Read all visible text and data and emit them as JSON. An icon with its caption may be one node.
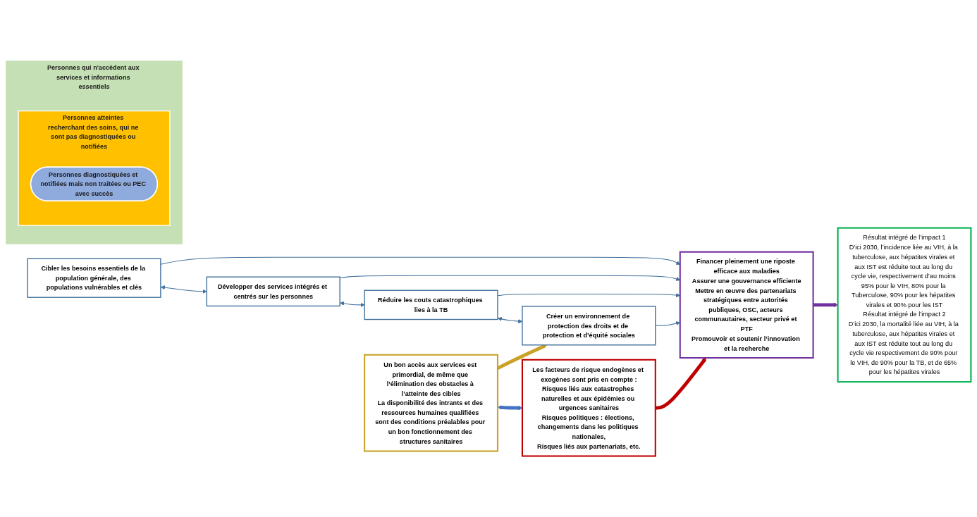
{
  "diagram": {
    "nodes": [
      {
        "text": [
          "Personnes qui n'accèdent aux services et informations essentiels"
        ]
      },
      {
        "text": [
          "Personnes atteintes recherchant des soins, qui ne sont pas diagnostiquées ou notifiées"
        ],
        "in": 0
      },
      {
        "text": [
          "Personnes diagnostiquées et notifiées mais non traitées ou PEC avec succès"
        ],
        "in": 1
      },
      {
        "text": [
          "Cibler les besoins essentiels de la population générale, des populations vulnérables et clés"
        ]
      },
      {
        "text": [
          "Développer des services intégrés et centrés sur les personnes"
        ]
      },
      {
        "text": [
          "Réduire les couts catastrophiques lies à la TB"
        ]
      },
      {
        "text": [
          "Créer un environnement de protection des droits et de protection et d’équité sociales"
        ]
      },
      {
        "text": [
          "Financer pleinement une riposte efficace aux maladies",
          "Assurer une gouvernance efficiente",
          "Mettre en œuvre des partenariats stratégiques entre autorités publiques, OSC, acteurs communautaires, secteur privé et PTF",
          "Promouvoir et soutenir l’innovation et la recherche"
        ]
      },
      {
        "text": [
          "Résultat intégré de l’impact 1",
          "D’ici 2030, l’incidence liée au VIH, à la tuberculose, aux hépatites virales et aux IST est réduite tout au long du cycle vie, respectivement d’au moins 95% pour le VIH, 80% pour la Tuberculose, 90% pour les hépatites virales et 90% pour les IST",
          "Résultat intégré de l’impact 2",
          "D’ici 2030, la mortalité liée au VIH, à la tuberculose, aux hépatites virales et aux IST est réduite tout au long du cycle vie respectivement de 90% pour le VIH, de 90% pour la TB, et de 65% pour les hépatites virales"
        ]
      },
      {
        "text": [
          "Un bon accès aux services est primordial, de même que l’élimination des obstacles à l’atteinte des cibles",
          "La disponibilité des intrants et des ressources humaines qualifiées sont des conditions préalables pour un bon fonctionnement des structures sanitaires"
        ]
      },
      {
        "text": [
          "Les facteurs de risque endogènes et exogènes sont pris en compte :",
          "Risques liés aux catastrophes naturelles et aux épidémies ou urgences sanitaires",
          "Risques politiques : élections, changements dans les politiques nationales,",
          "Risques liés aux partenariats, etc."
        ]
      }
    ],
    "edges": [
      {
        "from": 3,
        "to": 7,
        "arrow": "to"
      },
      {
        "from": 4,
        "to": 7,
        "arrow": "to"
      },
      {
        "from": 5,
        "to": 7,
        "arrow": "to"
      },
      {
        "from": 6,
        "to": 7,
        "arrow": "to"
      },
      {
        "from": 3,
        "to": 4,
        "arrow": "both"
      },
      {
        "from": 4,
        "to": 5,
        "arrow": "both"
      },
      {
        "from": 5,
        "to": 6,
        "arrow": "both"
      },
      {
        "from": 7,
        "to": 8,
        "arrow": "to",
        "style": "thick",
        "color": "#7030a0"
      },
      {
        "from": 9,
        "to": 6,
        "arrow": "to",
        "style": "thick",
        "color": "#c9a227"
      },
      {
        "from": 10,
        "to": 7,
        "arrow": "to",
        "style": "thick",
        "color": "#c00000"
      },
      {
        "from": 9,
        "to": 10,
        "arrow": "both",
        "style": "thick",
        "color": "#4472c4"
      }
    ]
  }
}
